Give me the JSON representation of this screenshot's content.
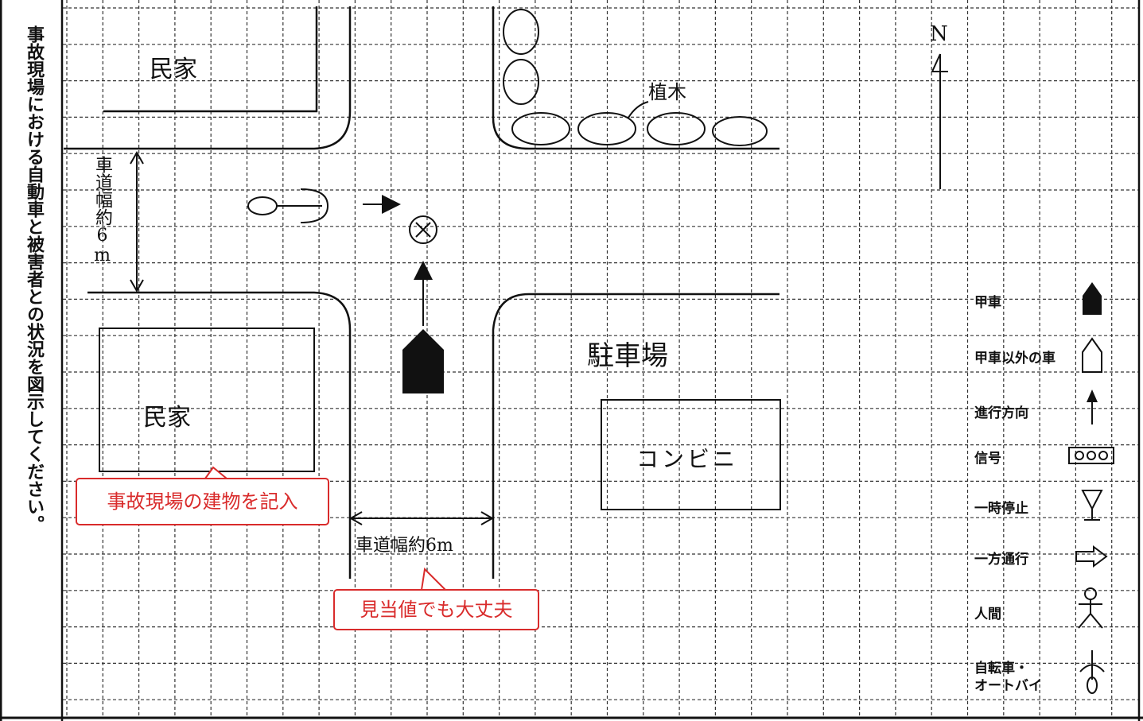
{
  "title": "事故現場における自動車と被害者との状況を図示してください。",
  "map_labels": {
    "house_top": "民家",
    "house_bottom": "民家",
    "trees": "植木",
    "parking": "駐車場",
    "convenience_store": "コンビニ",
    "road_width_horizontal": "車道幅約6m",
    "road_width_vertical": "車道幅約6m",
    "north": "N"
  },
  "legend": [
    {
      "label": "甲車",
      "icon": "car-a-filled-icon"
    },
    {
      "label": "甲車以外の車",
      "icon": "other-car-outline-icon"
    },
    {
      "label": "進行方向",
      "icon": "direction-arrow-icon"
    },
    {
      "label": "信号",
      "icon": "traffic-signal-icon"
    },
    {
      "label": "一時停止",
      "icon": "stop-sign-icon"
    },
    {
      "label": "一方通行",
      "icon": "one-way-arrow-icon"
    },
    {
      "label": "人間",
      "icon": "person-icon"
    },
    {
      "label": "自転車・\nオートバイ",
      "icon": "bicycle-icon"
    }
  ],
  "callouts": {
    "building": "事故現場の建物を記入",
    "estimate": "見当値でも大丈夫"
  },
  "colors": {
    "callout": "#d92b2b",
    "grid": "#222222",
    "ink": "#111111"
  }
}
